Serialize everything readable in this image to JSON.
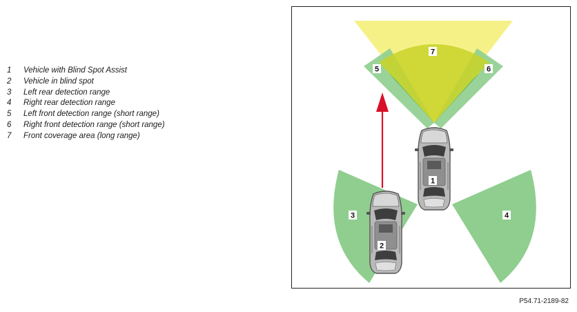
{
  "legend": [
    {
      "number": "1",
      "text": "Vehicle with Blind Spot Assist"
    },
    {
      "number": "2",
      "text": "Vehicle in blind spot"
    },
    {
      "number": "3",
      "text": "Left rear detection range"
    },
    {
      "number": "4",
      "text": "Right rear detection range"
    },
    {
      "number": "5",
      "text": "Left front detection range (short range)"
    },
    {
      "number": "6",
      "text": "Right front detection range (short range)"
    },
    {
      "number": "7",
      "text": "Front coverage area (long range)"
    }
  ],
  "diagram": {
    "labels": {
      "vehicle_assist": "1",
      "vehicle_blind_spot": "2",
      "left_rear": "3",
      "right_rear": "4",
      "left_front": "5",
      "right_front": "6",
      "front_long": "7"
    },
    "colors": {
      "zone_green": "#8fce8f",
      "zone_green_dark": "#57b05a",
      "zone_yellow": "#f5f07a",
      "zone_yellow_inner": "#c8d428",
      "arrow_red": "#d8102a",
      "car_body": "#b9b9b9",
      "frame_border": "#222222"
    }
  },
  "figure_id": "P54.71-2189-82"
}
